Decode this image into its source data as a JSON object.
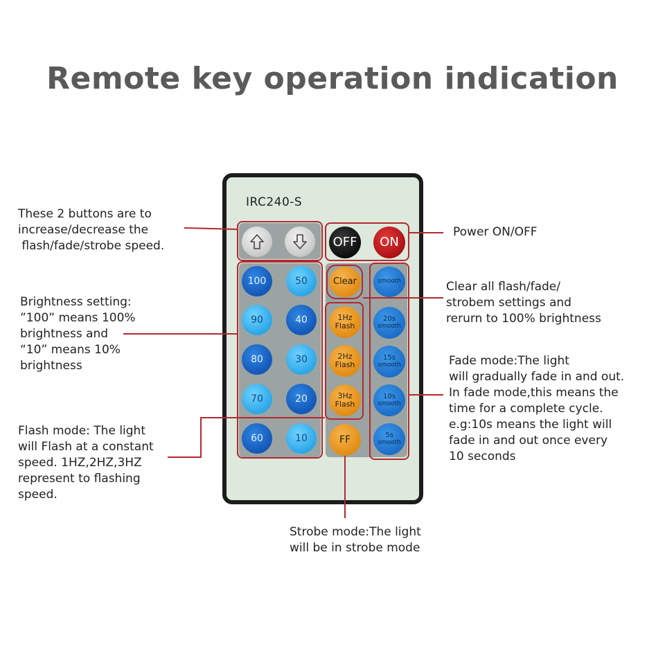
{
  "title": "Remote key operation indication",
  "remote": {
    "model": "IRC240-S",
    "keys": {
      "up": "up-arrow",
      "down": "down-arrow",
      "off": "OFF",
      "on": "ON",
      "b100": "100",
      "b50": "50",
      "b90": "90",
      "b40": "40",
      "b80": "80",
      "b30": "30",
      "b70": "70",
      "b20": "20",
      "b60": "60",
      "b10": "10",
      "clear": "Clear",
      "smooth": "smooth",
      "flash1": [
        "1Hz",
        "Flash"
      ],
      "flash2": [
        "2Hz",
        "Flash"
      ],
      "flash3": [
        "3Hz",
        "Flash"
      ],
      "ff": "FF",
      "fade20": [
        "20s",
        "smooth"
      ],
      "fade15": [
        "15s",
        "smooth"
      ],
      "fade10": [
        "10s",
        "smooth"
      ],
      "fade5": [
        "5s",
        "smooth"
      ]
    }
  },
  "annotations": {
    "speed": [
      "These 2 buttons are to",
      "increase/decrease the",
      " flash/fade/strobe speed."
    ],
    "power": [
      "Power ON/OFF"
    ],
    "brightness": [
      "Brightness setting:",
      "”100” means 100%",
      "brightness and",
      "“10” means 10%",
      "brightness"
    ],
    "clear": [
      "Clear all flash/fade/",
      "strobem settings and",
      "rerurn to 100% brightness"
    ],
    "fade": [
      "Fade mode:The light",
      "will gradually fade in and out.",
      "In fade mode,this means the",
      "time for a complete cycle.",
      "e.g:10s means the light will",
      "fade in and out once every",
      "10 seconds"
    ],
    "flash": [
      "Flash mode: The light",
      "will Flash at a constant",
      "speed. 1HZ,2HZ,3HZ",
      "represent to flashing",
      "speed."
    ],
    "strobe": [
      "Strobe mode:The light",
      "will be in strobe mode"
    ]
  },
  "colors": {
    "accent_line": "#b32830",
    "title": "#5a5a5a",
    "remote_body": "#dce9dc"
  }
}
